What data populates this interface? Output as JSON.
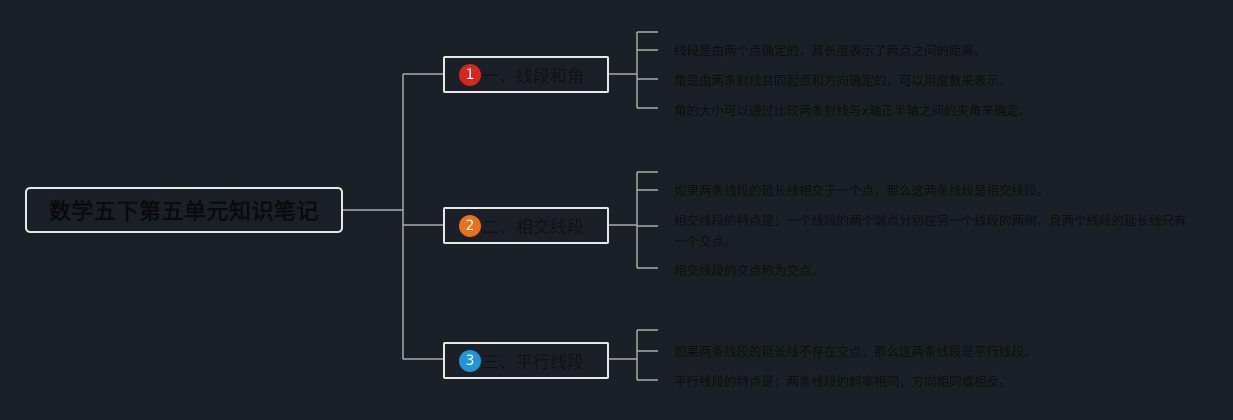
{
  "root": {
    "title": "数学五下第五单元知识笔记"
  },
  "branches": [
    {
      "number": "1",
      "label": "一、线段和角",
      "badge_color": "#d9261c",
      "items": [
        "线段是由两个点确定的，其长度表示了两点之间的距离。",
        "角是由两条射线共同起点和方向确定的，可以用度数来表示。",
        "角的大小可以通过比较两条射线与x轴正半轴之间的夹角来确定。"
      ]
    },
    {
      "number": "2",
      "label": "二、相交线段",
      "badge_color": "#e8711c",
      "items": [
        "如果两条线段的延长线相交于一个点，那么这两条线段是相交线段。",
        "相交线段的特点是：一个线段的两个端点分别在另一个线段的两侧，且两个线段的延长线只有一个交点。",
        "相交线段的交点称为交点。"
      ]
    },
    {
      "number": "3",
      "label": "三、平行线段",
      "badge_color": "#1e96d8",
      "items": [
        "如果两条线段的延长线不存在交点，那么这两条线段是平行线段。",
        "平行线段的特点是：两条线段的斜率相同，方向相同或相反。"
      ]
    }
  ],
  "colors": {
    "background": "#1b2028",
    "connector": "#a9a9a9",
    "node_border": "#e8e8e8"
  }
}
